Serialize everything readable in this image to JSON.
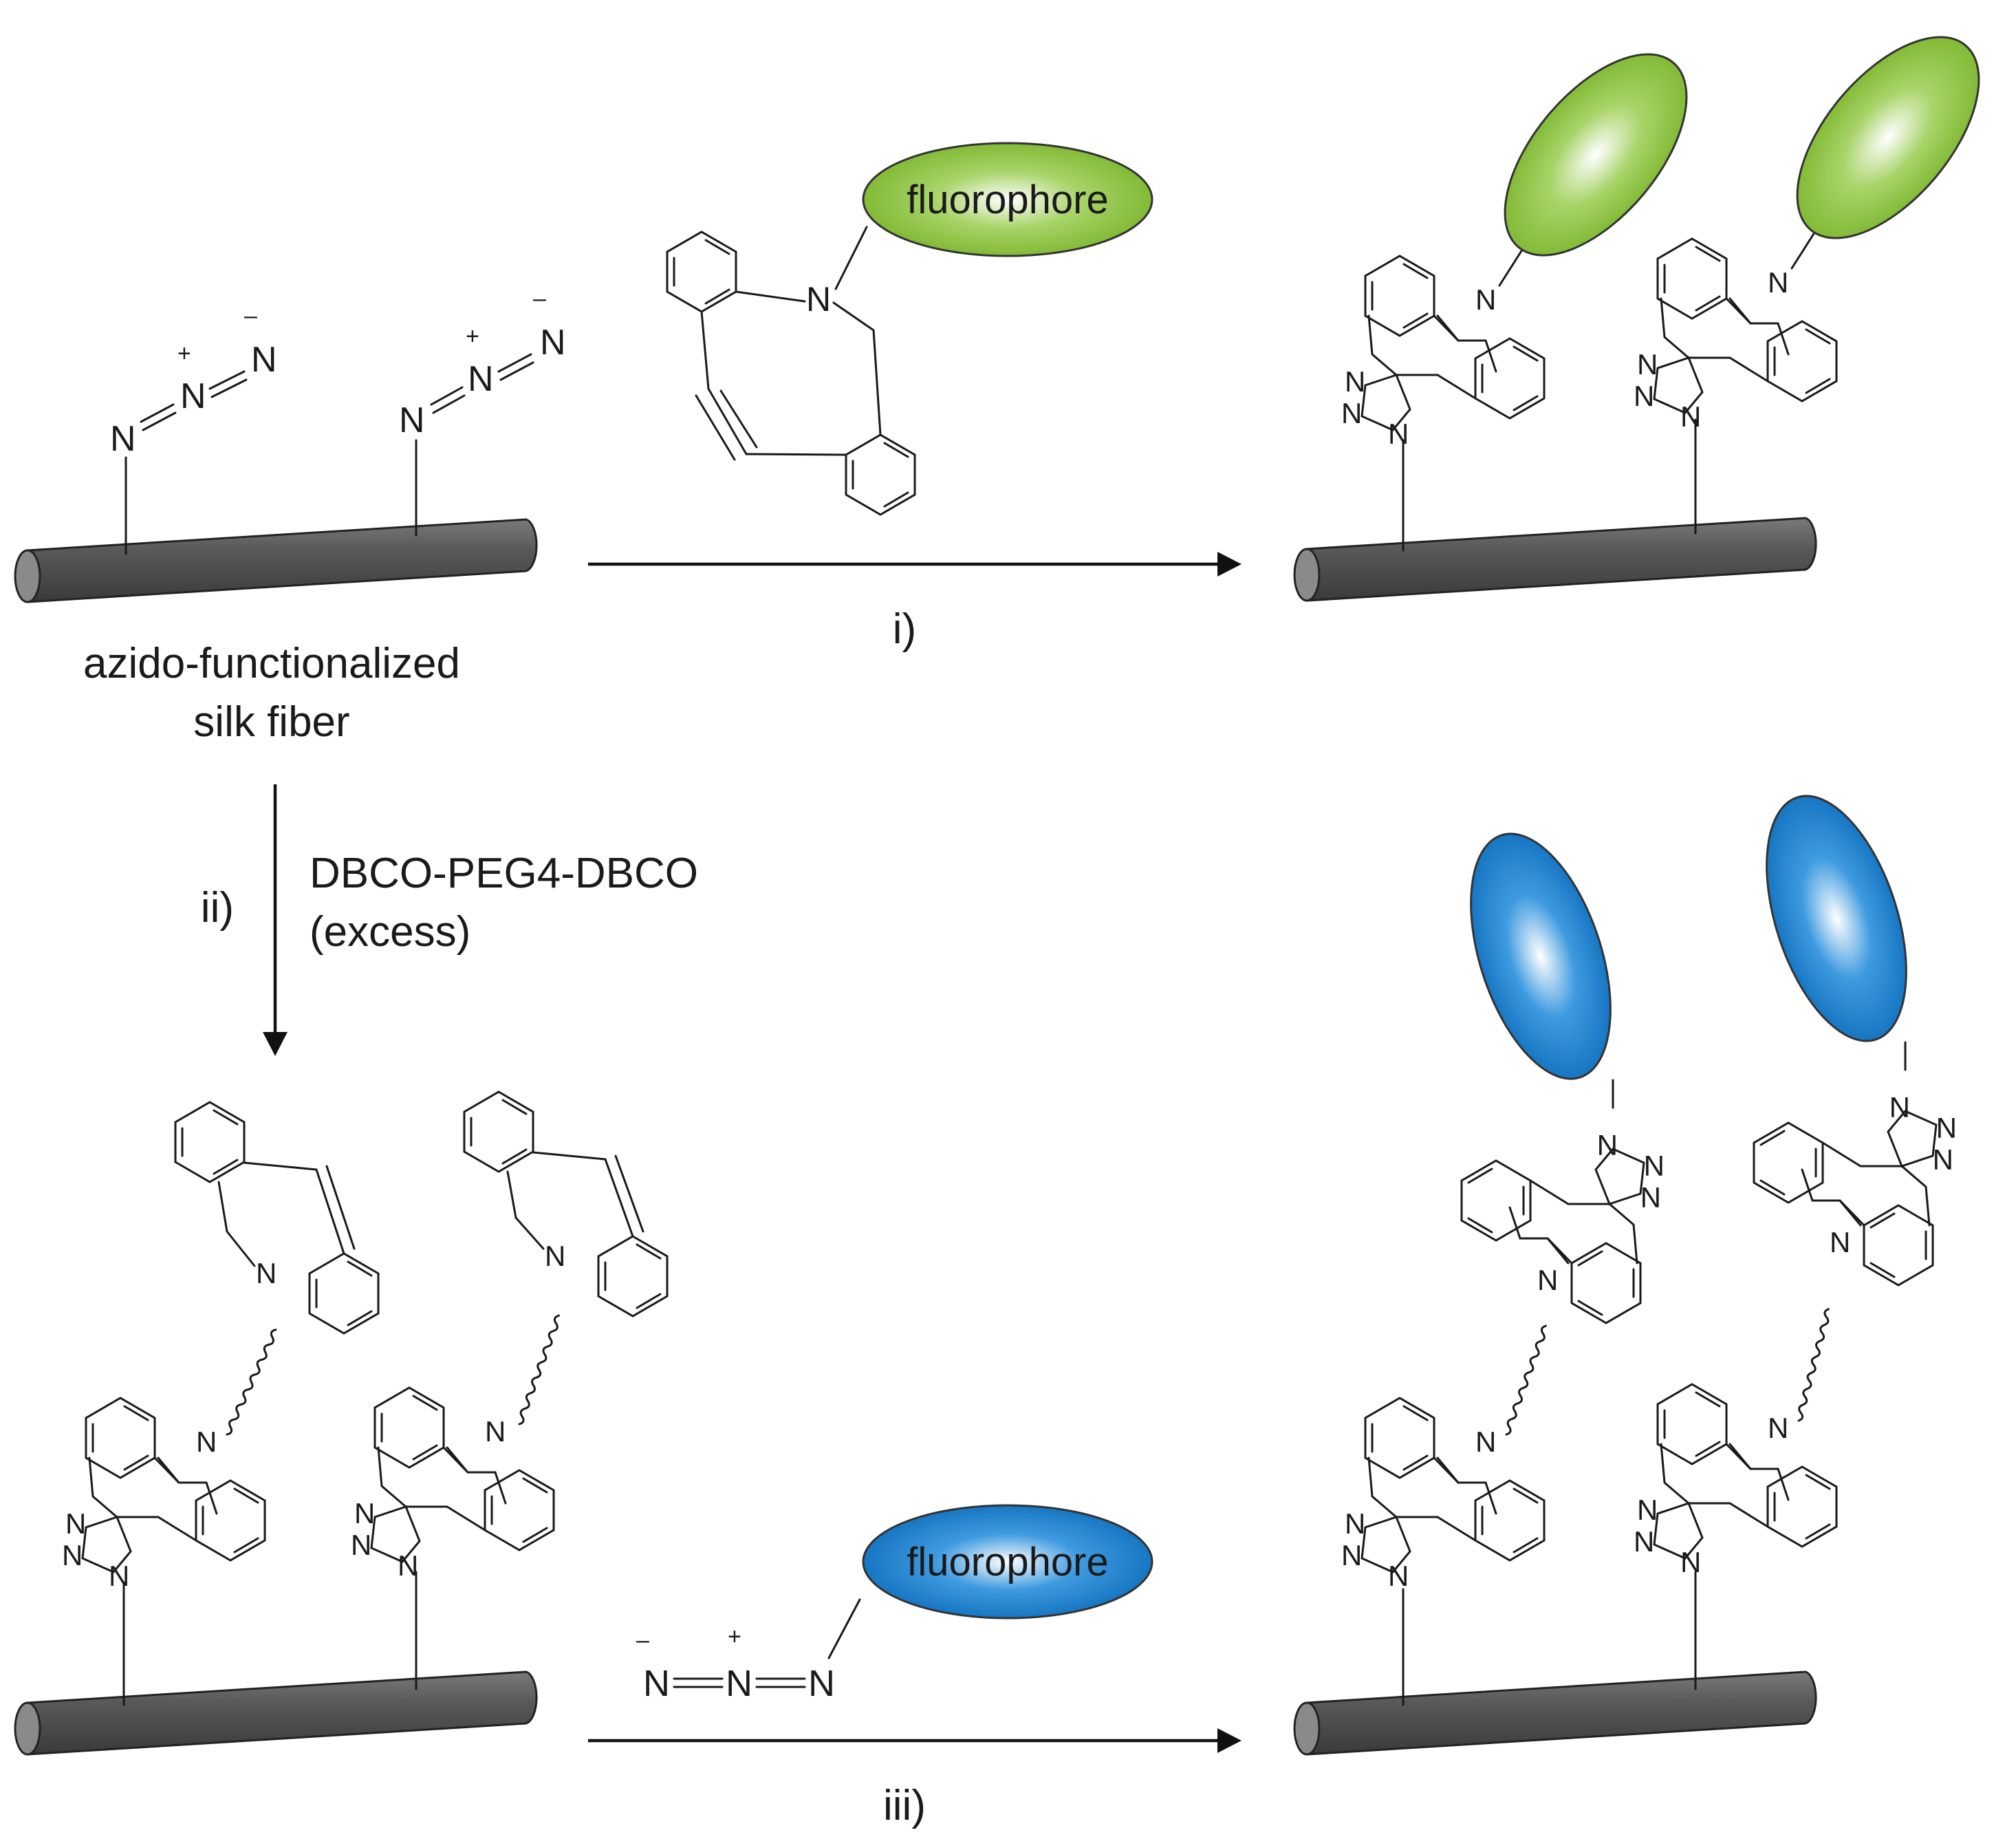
{
  "labels": {
    "fiber_caption_line1": "azido-functionalized",
    "fiber_caption_line2": "silk fiber",
    "step_i": "i)",
    "step_ii": "ii)",
    "step_iii": "iii)",
    "reagent_ii_line1": "DBCO-PEG4-DBCO",
    "reagent_ii_line2": "(excess)",
    "fluorophore_green": "fluorophore",
    "fluorophore_blue": "fluorophore"
  },
  "atoms": {
    "N": "N",
    "plus": "+",
    "minus": "–"
  },
  "colors": {
    "fiber": "#555555",
    "green_fluorophore": "#8cc63f",
    "blue_fluorophore": "#1a7fcc"
  }
}
